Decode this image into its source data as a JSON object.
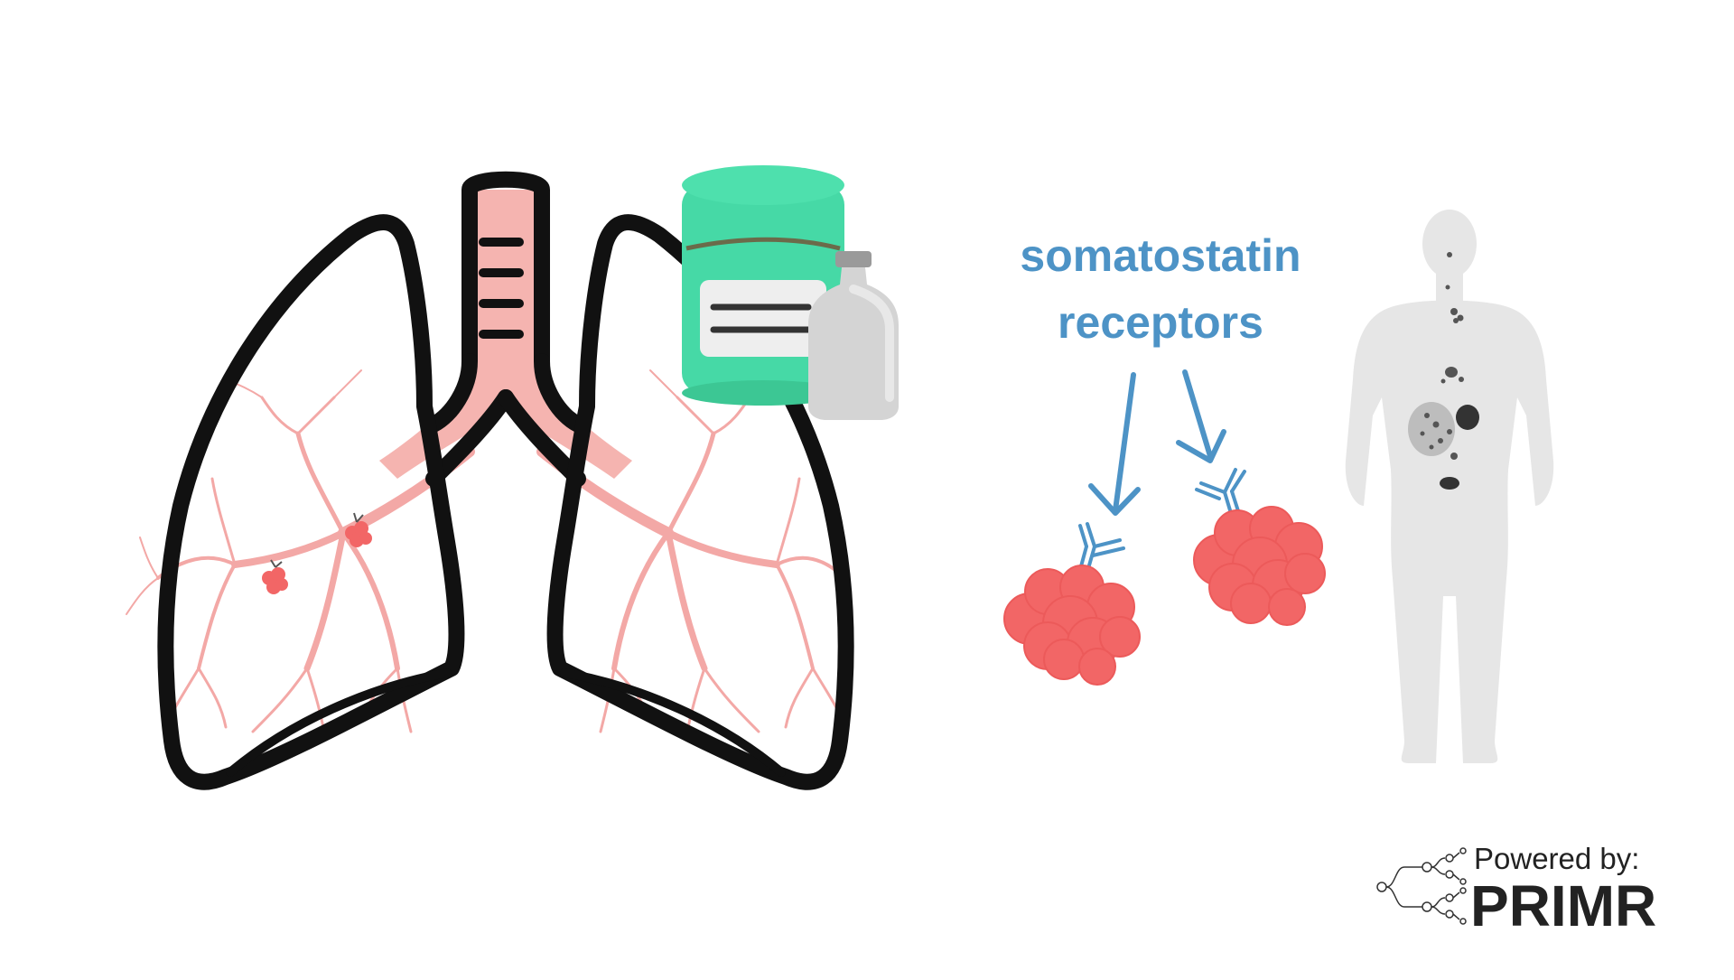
{
  "diagram": {
    "labels": {
      "receptor_label_line1": "somatostatin",
      "receptor_label_line2": "receptors"
    },
    "branding": {
      "powered_by": "Powered by:",
      "brand_name": "PRIMR"
    },
    "colors": {
      "outline": "#111111",
      "trachea_fill": "#f5b4b0",
      "bronchi": "#f3a8a6",
      "tumor": "#f26666",
      "bottle_green": "#46d9a6",
      "vial_grey": "#d4d4d4",
      "arrow_blue": "#4d93c6",
      "label_blue": "#4d93c6",
      "silhouette_grey": "#e6e6e6",
      "brand_text": "#222222"
    },
    "icons": [
      "lungs-icon",
      "medicine-bottle-icon",
      "vial-icon",
      "tumor-cluster-icon",
      "receptor-icon",
      "arrow-icon",
      "body-silhouette-icon",
      "primr-tree-logo"
    ]
  }
}
